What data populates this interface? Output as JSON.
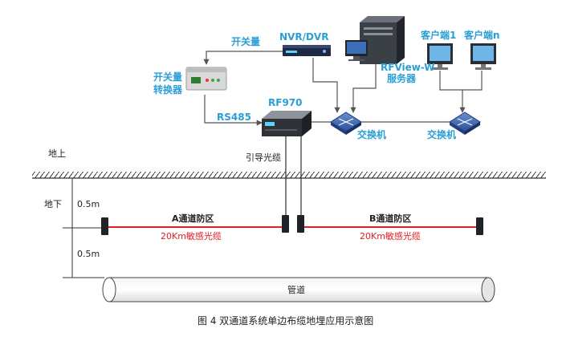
{
  "labels": {
    "switch_qty_top": "开关量",
    "nvr": "NVR/DVR",
    "rfview": "RFView-W",
    "server": "服务器",
    "client1": "客户端1",
    "clientn": "客户端n",
    "converter_line1": "开关量",
    "converter_line2": "转换器",
    "rs485": "RS485",
    "rf970": "RF970",
    "switch1": "交换机",
    "switch2": "交换机",
    "guide_cable": "引导光缆",
    "above_ground": "地上",
    "below_ground": "地下",
    "depth1": "0.5m",
    "depth2": "0.5m",
    "zone_a": "A通道防区",
    "zone_b": "B通道防区",
    "cable_a": "20Km敏感光缆",
    "cable_b": "20Km敏感光缆",
    "pipe": "管道",
    "caption": "图 4  双通道系统单边布缆地埋应用示意图"
  },
  "colors": {
    "accent_blue": "#2a9fd6",
    "sensor_red": "#e02020",
    "line_gray": "#555555"
  }
}
